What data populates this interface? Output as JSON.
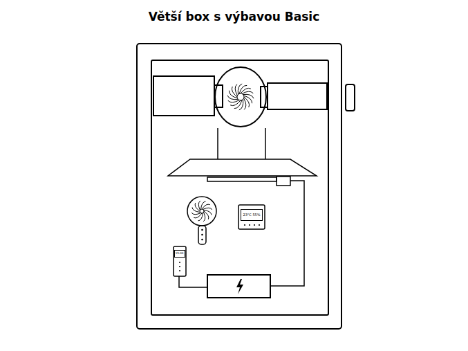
{
  "diagram": {
    "title": "Větší box s výbavou Basic",
    "nodes": [
      {
        "text": [
          "23°C 55%"
        ]
      },
      {
        "text": [
          "15:00"
        ]
      }
    ]
  }
}
